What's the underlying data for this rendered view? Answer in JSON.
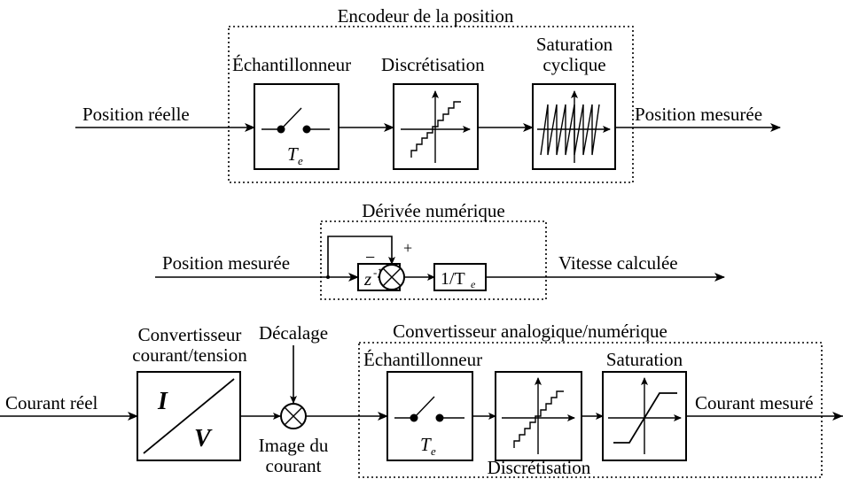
{
  "top": {
    "group_title": "Encodeur de la position",
    "input_label": "Position réelle",
    "output_label": "Position mesurée",
    "sampler_label": "Échantillonneur",
    "sampler_period": "T",
    "sampler_period_sub": "e",
    "quantizer_label": "Discrétisation",
    "saturation_label_line1": "Saturation",
    "saturation_label_line2": "cyclique"
  },
  "middle": {
    "group_title": "Dérivée numérique",
    "input_label": "Position mesurée",
    "output_label": "Vitesse calculée",
    "delay_block": "z",
    "delay_exp": "-1",
    "gain_block": "1/T",
    "gain_sub": "e",
    "sign_minus": "−",
    "sign_plus": "+"
  },
  "bottom": {
    "input_label": "Courant réel",
    "converter_label_line1": "Convertisseur",
    "converter_label_line2": "courant/tension",
    "converter_I": "I",
    "converter_V": "V",
    "offset_label": "Décalage",
    "image_label_line1": "Image du",
    "image_label_line2": "courant",
    "group_title": "Convertisseur analogique/numérique",
    "sampler_label": "Échantillonneur",
    "sampler_period": "T",
    "sampler_period_sub": "e",
    "saturation_label": "Saturation",
    "quantizer_label": "Discrétisation",
    "output_label": "Courant mesuré"
  }
}
